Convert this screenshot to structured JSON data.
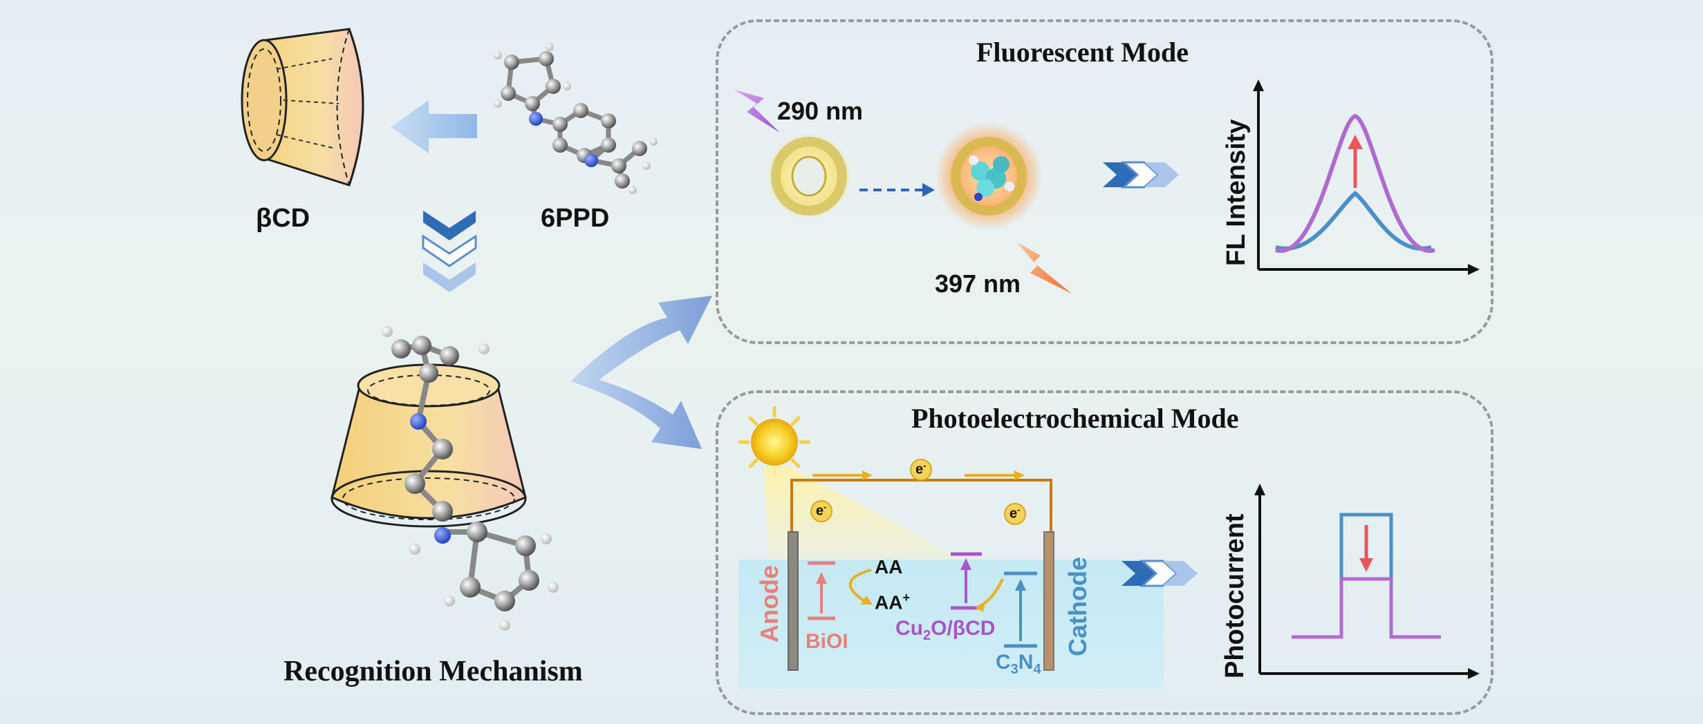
{
  "left": {
    "bcd_label": "βCD",
    "ppd_label": "6PPD",
    "mechanism_title": "Recognition Mechanism"
  },
  "fluorescent": {
    "title": "Fluorescent Mode",
    "excitation": "290 nm",
    "emission": "397 nm",
    "y_axis": "FL Intensity"
  },
  "pec": {
    "title": "Photoelectrochemical Mode",
    "electron": "e",
    "electron_sup": "-",
    "anode": "Anode",
    "cathode": "Cathode",
    "aa": "AA",
    "aa_plus_base": "AA",
    "aa_plus_sup": "+",
    "bioi": "BiOI",
    "cu2o_a": "Cu",
    "cu2o_sub": "2",
    "cu2o_b": "O/βCD",
    "c3n4_a": "C",
    "c3n4_sub1": "3",
    "c3n4_b": "N",
    "c3n4_sub2": "4",
    "y_axis": "Photocurrent"
  },
  "colors": {
    "blue_curve": "#4a90c8",
    "purple_curve": "#b06ad0",
    "arrow_red": "#e8585a",
    "anode": "#e8807a",
    "cathode": "#4a90c8",
    "purple": "#a855c8",
    "gold": "#e8b020"
  }
}
